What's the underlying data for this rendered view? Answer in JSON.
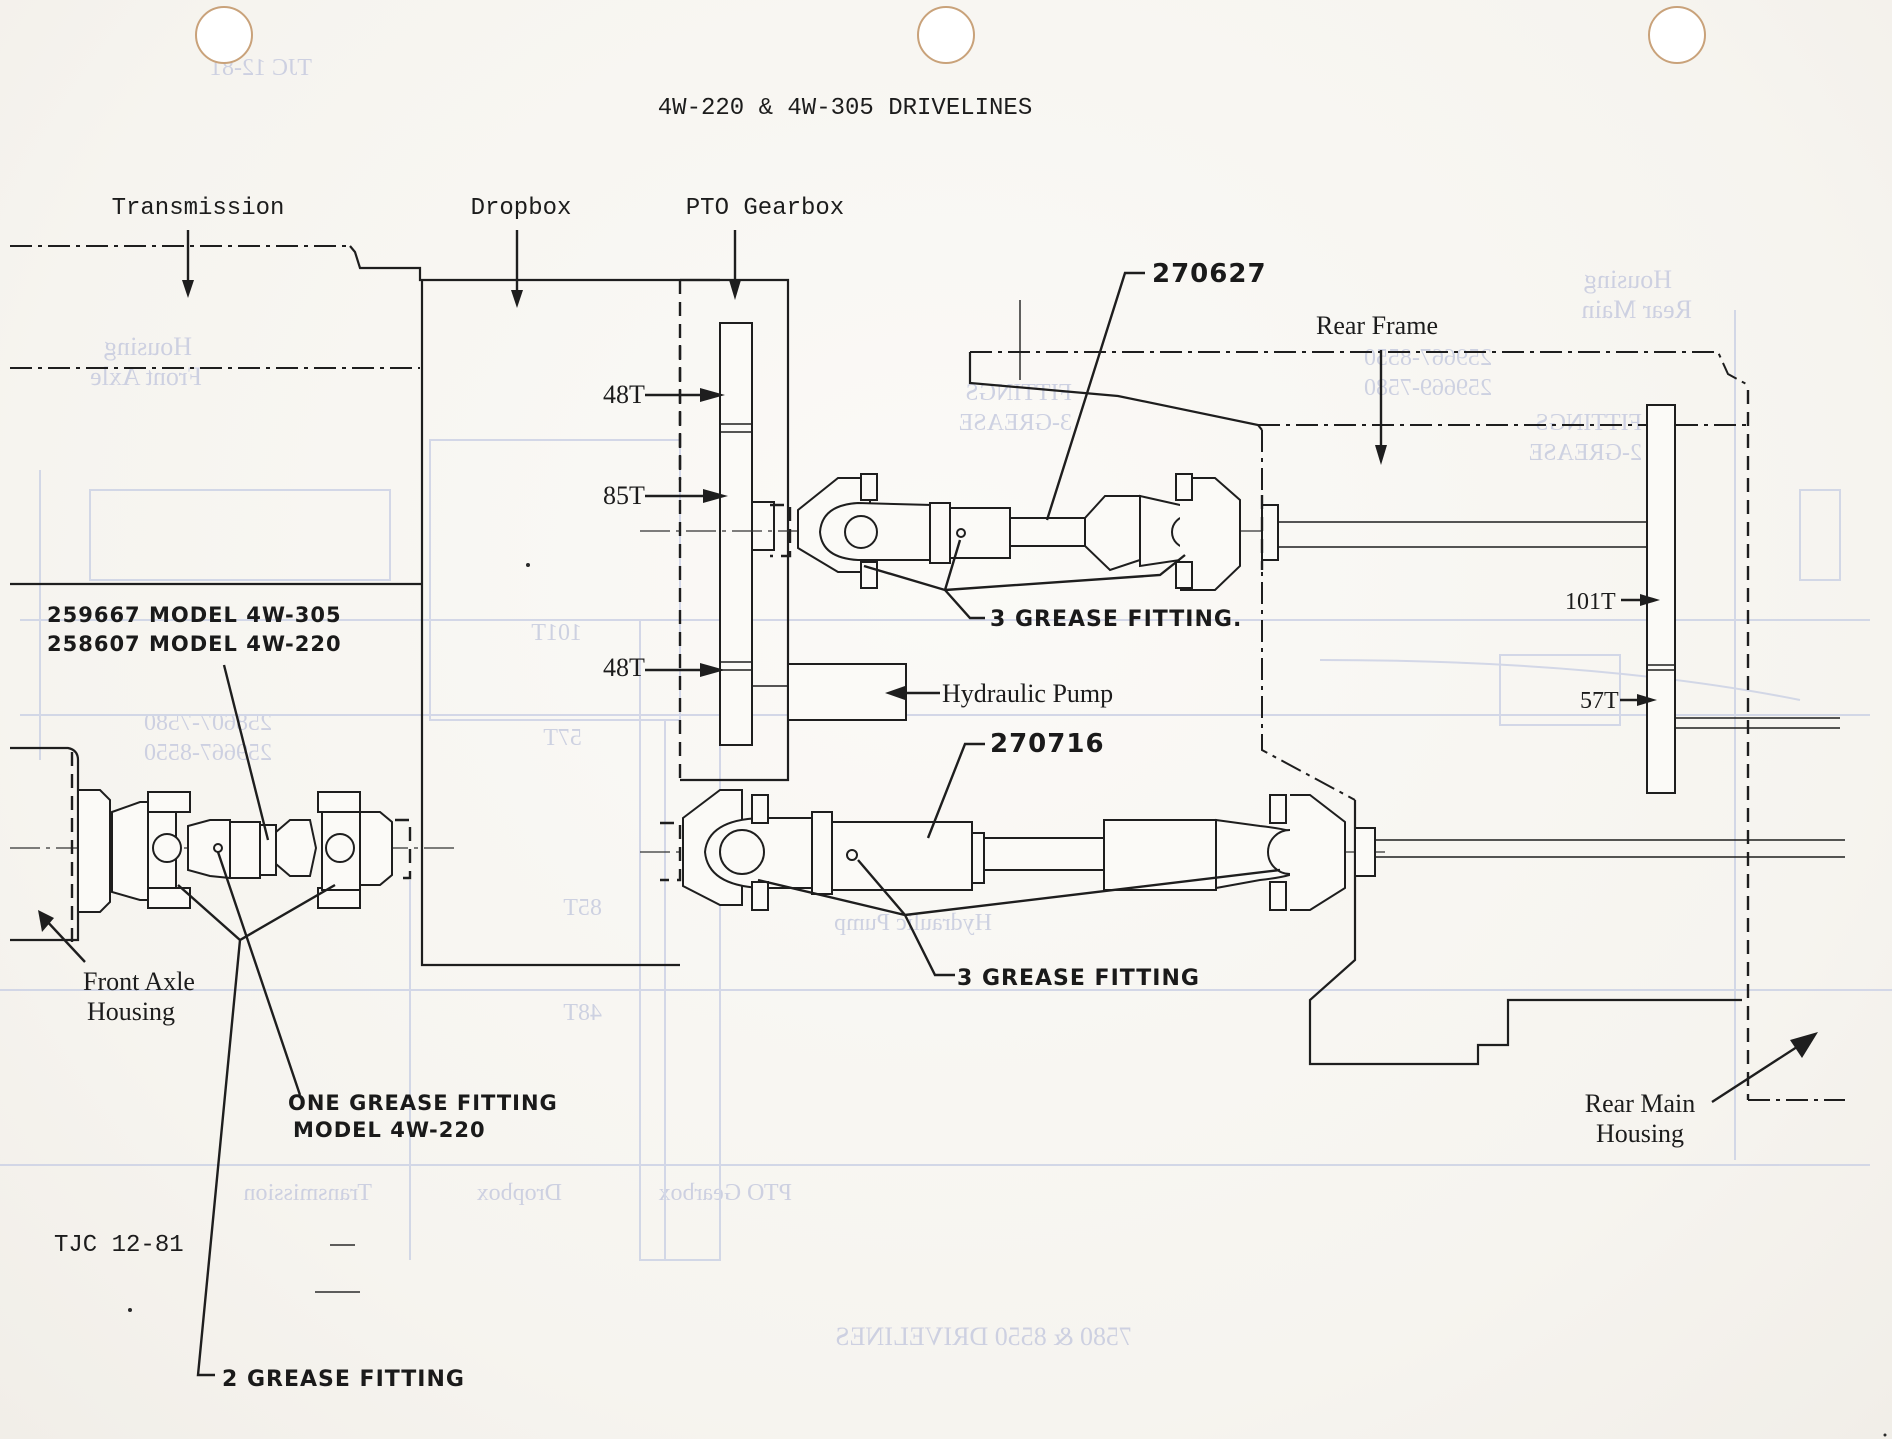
{
  "document": {
    "title": "4W-220 & 4W-305 DRIVELINES",
    "author_date": "TJC 12-81"
  },
  "components": {
    "transmission": "Transmission",
    "dropbox": "Dropbox",
    "pto_gearbox": "PTO Gearbox",
    "rear_frame": "Rear Frame",
    "hydraulic_pump": "Hydraulic Pump",
    "front_axle_housing": [
      "Front Axle",
      "Housing"
    ],
    "rear_main_housing": [
      "Rear Main",
      "Housing"
    ]
  },
  "gears": {
    "pto_top": "48T",
    "pto_middle": "85T",
    "pto_bottom": "48T",
    "rear_upper": "101T",
    "rear_lower": "57T"
  },
  "part_numbers": {
    "upper_driveline": "270627",
    "lower_driveline": "270716",
    "front_driveline": [
      "259667 MODEL 4W-305",
      "258607 MODEL 4W-220"
    ]
  },
  "grease_notes": {
    "upper_driveline": "3 GREASE FITTING.",
    "lower_driveline": "3 GREASE FITTING",
    "front_one": [
      "ONE GREASE FITTING",
      "MODEL 4W-220"
    ],
    "front_two": "2 GREASE FITTING"
  },
  "bleed_through": {
    "title_mirrored": "7580 & 8550 DRIVELINES",
    "header_mirrored": "TJC 12-81",
    "labels": [
      "Front Axle",
      "Housing",
      "Rear Main",
      "Housing",
      "Transmission",
      "Dropbox",
      "PTO Gearbox",
      "2-GREASE",
      "FITTINGS",
      "3-GREASE",
      "FITTINGS",
      "259667-8550",
      "258607-7580",
      "259669-7580",
      "259667-8550",
      "Hydraulic Pump",
      "85T",
      "48T",
      "57T",
      "101T"
    ]
  },
  "colors": {
    "ink": "#1e1e1e",
    "paper": "#f7f5f1",
    "bleed_through": "#c9cde0",
    "rust": "#c9a27a"
  }
}
